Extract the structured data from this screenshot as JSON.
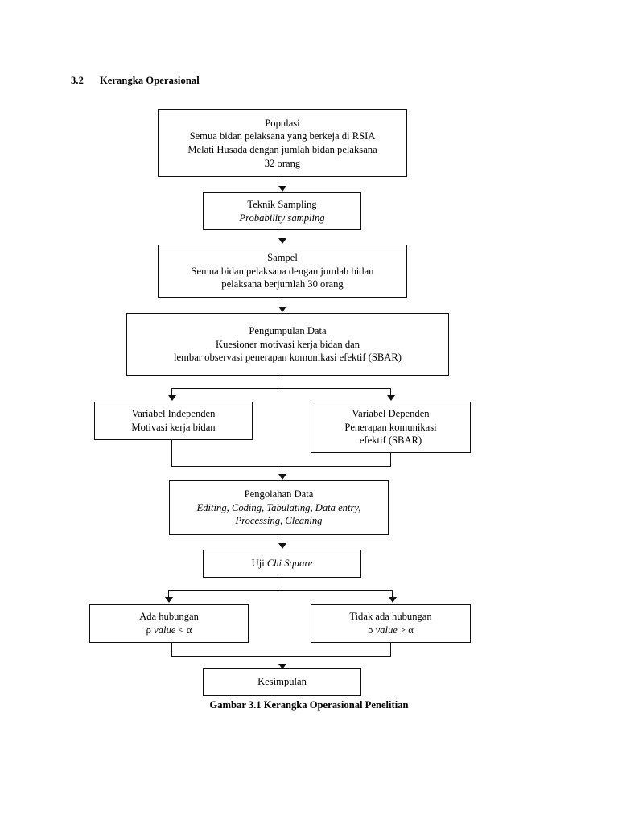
{
  "heading": {
    "number": "3.2",
    "title": "Kerangka Operasional"
  },
  "caption": "Gambar 3.1 Kerangka Operasional Penelitian",
  "flow": {
    "populasi": {
      "l1": "Populasi",
      "l2": "Semua bidan pelaksana yang berkeja di RSIA",
      "l3": "Melati Husada dengan jumlah bidan pelaksana",
      "l4": "32 orang"
    },
    "teknik_sampling": {
      "l1": "Teknik Sampling",
      "l2": "Probability sampling"
    },
    "sampel": {
      "l1": "Sampel",
      "l2": "Semua bidan pelaksana dengan jumlah bidan",
      "l3": "pelaksana berjumlah 30 orang"
    },
    "pengumpulan_data": {
      "l1": "Pengumpulan Data",
      "l2": "Kuesioner motivasi kerja bidan dan",
      "l3": "lembar observasi penerapan komunikasi efektif (SBAR)"
    },
    "variabel_independen": {
      "l1": "Variabel Independen",
      "l2": "Motivasi kerja bidan"
    },
    "variabel_dependen": {
      "l1": "Variabel Dependen",
      "l2": "Penerapan komunikasi",
      "l3": "efektif (SBAR)"
    },
    "pengolahan_data": {
      "l1": "Pengolahan Data",
      "l2": "Editing, Coding, Tabulating, Data entry,",
      "l3": "Processing, Cleaning"
    },
    "uji": {
      "l1_plain": "Uji ",
      "l1_italic": "Chi Square"
    },
    "ada_hubungan": {
      "l1": "Ada hubungan",
      "l2_rho": "ρ ",
      "l2_value": "value",
      "l2_op": " < α"
    },
    "tidak_ada_hubungan": {
      "l1": "Tidak ada hubungan",
      "l2_rho": "ρ ",
      "l2_value": "value",
      "l2_op": " > α"
    },
    "kesimpulan": {
      "l1": "Kesimpulan"
    }
  },
  "colors": {
    "line": "#111111",
    "text": "#000000",
    "background": "#ffffff"
  }
}
